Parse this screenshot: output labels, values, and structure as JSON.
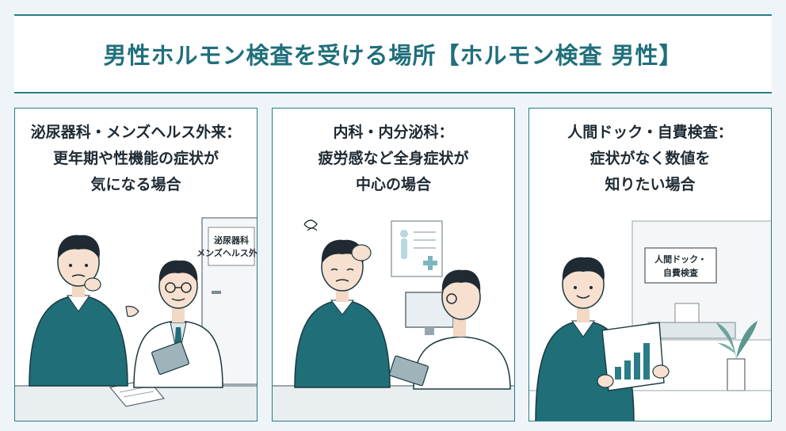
{
  "title": "男性ホルモン検査を受ける場所【ホルモン検査 男性】",
  "panels": [
    {
      "caption_lines": [
        "泌尿器科・メンズヘルス外来：",
        "更年期や性機能の症状が",
        "気になる場合"
      ],
      "door_sign_lines": [
        "泌尿器科",
        "メンズヘルス外来"
      ]
    },
    {
      "caption_lines": [
        "内科・内分泌科：",
        "疲労感など全身症状が",
        "中心の場合"
      ]
    },
    {
      "caption_lines": [
        "人間ドック・自費検査：",
        "症状がなく数値を",
        "知りたい場合"
      ],
      "wall_sign_lines": [
        "人間ドック・",
        "自費検査"
      ]
    }
  ],
  "colors": {
    "accent": "#2a7c86",
    "title_text": "#206f7b",
    "sweater": "#1f6e78",
    "background": "#eef4f8"
  }
}
